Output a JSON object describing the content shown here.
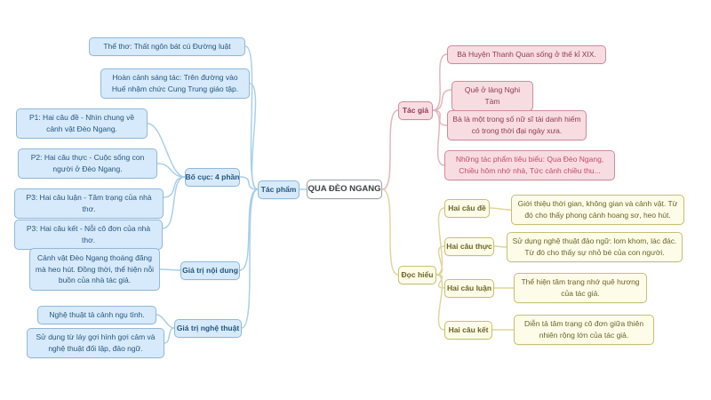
{
  "root": {
    "label": "QUA ĐÈO NGANG"
  },
  "tac_pham": {
    "label": "Tác phẩm",
    "the_tho": "Thể thơ: Thất ngôn bát cú Đường luật",
    "hoan_canh": "Hoàn cảnh sáng tác: Trên đường vào Huế nhậm chức Cung Trung giáo tập.",
    "bo_cuc": {
      "label": "Bố cục: 4 phần",
      "p1": "P1: Hai câu đề - Nhìn chung về cảnh vật Đèo Ngang.",
      "p2": "P2: Hai câu thực - Cuộc sống con người ở Đèo Ngang.",
      "p3": "P3: Hai câu luận - Tâm trạng của nhà thơ.",
      "p4": "P3: Hai câu kết - Nỗi cô đơn của nhà thơ."
    },
    "gia_tri_noi_dung": {
      "label": "Giá trị nội dung",
      "content": "Cảnh vật Đèo Ngang thoáng đãng mà heo hút. Đồng thời, thể hiện nỗi buồn của nhà tác giả."
    },
    "gia_tri_nghe_thuat": {
      "label": "Giá trị nghệ thuật",
      "item1": "Nghệ thuật tả cảnh ngụ tình.",
      "item2": "Sử dụng từ láy gợi hình gợi cảm và nghệ thuật đối lập, đảo ngữ."
    }
  },
  "tac_gia": {
    "label": "Tác giả",
    "item1": "Bà Huyện Thanh Quan sống ở thế kỉ XIX.",
    "item2": "Quê ở làng Nghi Tàm",
    "item3": "Bà là một trong số nữ sĩ tài danh hiếm có trong thời đại ngày xưa.",
    "item4": "Những tác phẩm tiêu biểu: Qua Đèo Ngang, Chiều hôm nhớ nhà, Tức cảnh chiều thu..."
  },
  "doc_hieu": {
    "label": "Đọc hiểu",
    "de": {
      "label": "Hai câu đề",
      "content": "Giới thiệu thời gian, không gian và cảnh vật. Từ đó cho thấy phong cảnh hoang sơ, heo hút."
    },
    "thuc": {
      "label": "Hai câu thực",
      "content": "Sử dụng nghệ thuật đảo ngữ: lom khom, lác đác. Từ đó cho thấy sự nhỏ bé của con người."
    },
    "luan": {
      "label": "Hai câu luận",
      "content": "Thể hiện tâm trạng nhớ quê hương của tác giả."
    },
    "ket": {
      "label": "Hai câu kết",
      "content": "Diễn tả tâm trạng cô đơn giữa thiên nhiên rộng lớn của tác giả."
    }
  },
  "colors": {
    "blue_fill": "#d7eafb",
    "blue_border": "#8fb8da",
    "blue_text": "#26567d",
    "blue_line": "#a9cfe9",
    "pink_fill": "#f7dce2",
    "pink_border": "#cf8c9b",
    "pink_text": "#8e3c50",
    "pink_accent_text": "#c24d68",
    "pink_line": "#e2b6bf",
    "yellow_fill": "#fdfce9",
    "yellow_border": "#c9bf72",
    "yellow_text": "#6b6426",
    "yellow_line": "#e0d69c",
    "root_fill": "#ffffff",
    "root_border": "#9aa0a6"
  }
}
